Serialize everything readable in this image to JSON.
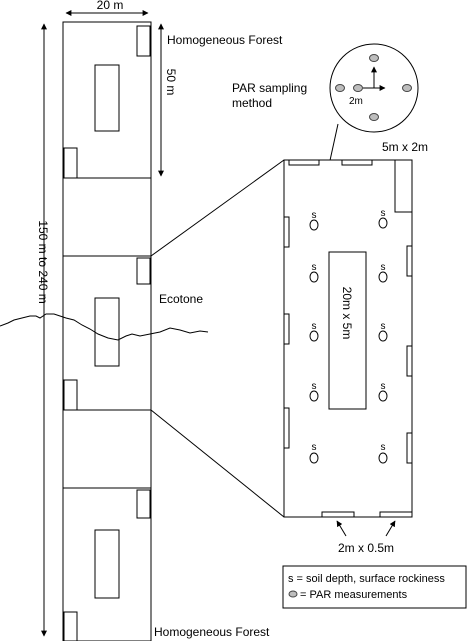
{
  "labels": {
    "width": "20 m",
    "length": "150 m to 240 m",
    "section_height": "50 m",
    "forest_top": "Homogeneous Forest",
    "forest_bottom": "Homogeneous Forest",
    "ecotone": "Ecotone",
    "par_line1": "PAR sampling",
    "par_line2": "method",
    "par_spacing": "2m",
    "plot_size": "5m x 2m",
    "center_plot": "20m x 5m",
    "subplot_size": "2m x 0.5m",
    "soil_marker": "s"
  },
  "legend": {
    "soil": "s = soil depth, surface rockiness",
    "par": "= PAR measurements"
  },
  "colors": {
    "stroke": "#000000",
    "par_point_fill": "#bdbdbd"
  }
}
